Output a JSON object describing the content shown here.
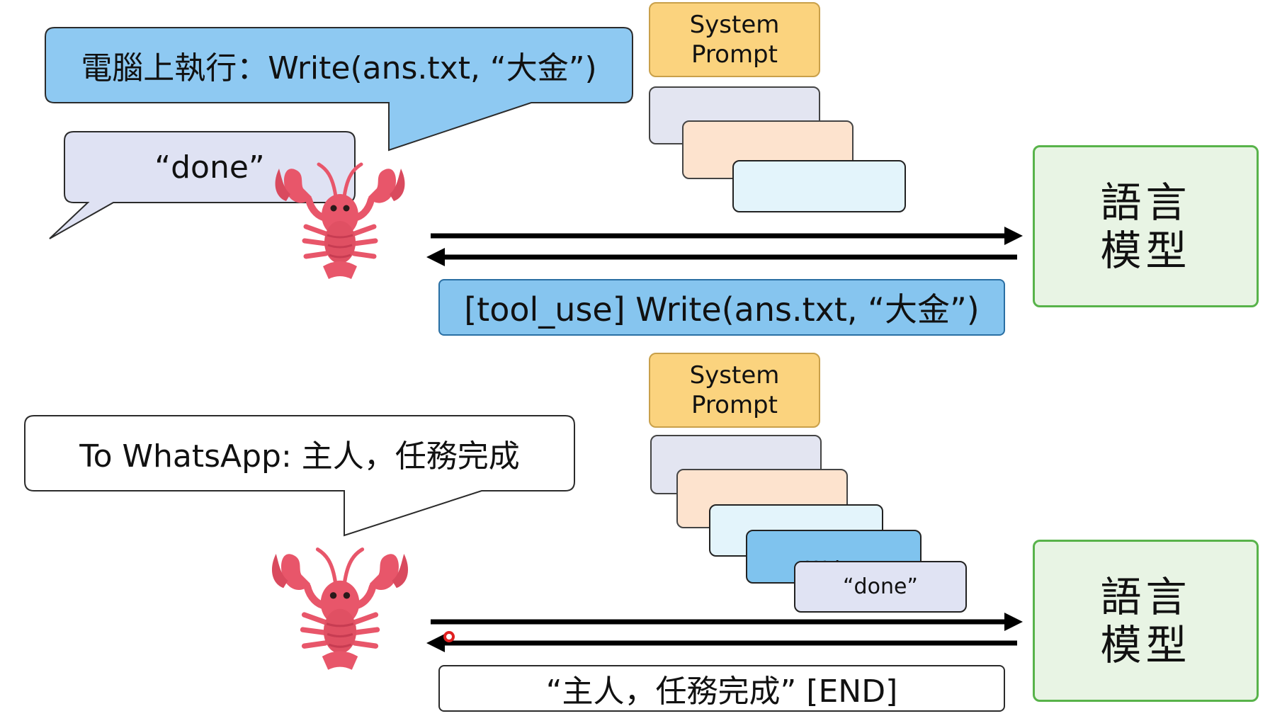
{
  "top": {
    "speech_computer": "電腦上執行：Write(ans.txt, “大金”)",
    "speech_done": "“done”",
    "system_prompt": "System\nPrompt",
    "tool_use": "[tool_use] Write(ans.txt, “大金”)",
    "llm": "語言\n模型"
  },
  "bottom": {
    "speech_whatsapp": "To WhatsApp: 主人，任務完成",
    "system_prompt": "System\nPrompt",
    "stack_write": "Write",
    "stack_done": "“done”",
    "end_message": "“主人，任務完成” [END]",
    "llm": "語言\n模型"
  },
  "colors": {
    "bubble_blue": "#8ec9f2",
    "bubble_lavender": "#dfe2f3",
    "system_prompt": "#fbd37e",
    "tool_use": "#86c5ef",
    "llm_fill": "#e8f4e4",
    "llm_border": "#58b34a",
    "lobster": "#e8566a"
  }
}
